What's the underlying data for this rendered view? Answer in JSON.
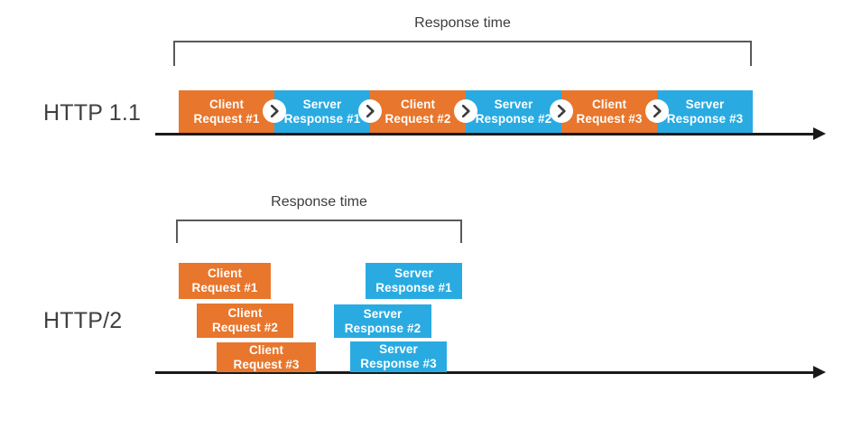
{
  "diagram": {
    "title": "HTTP 1.1 vs HTTP/2 request multiplexing timeline",
    "colors": {
      "client_block": "#E8762C",
      "server_block": "#29ABE2",
      "axis": "#1a1a1a",
      "bracket": "#58595b",
      "label_text": "#404040",
      "block_text": "#ffffff",
      "background": "#ffffff"
    },
    "rows": [
      {
        "id": "http11",
        "label": "HTTP 1.1",
        "bracket_label": "Response time",
        "sequence": [
          {
            "kind": "client",
            "line1": "Client",
            "line2": "Request #1"
          },
          {
            "kind": "server",
            "line1": "Server",
            "line2": "Response #1"
          },
          {
            "kind": "client",
            "line1": "Client",
            "line2": "Request #2"
          },
          {
            "kind": "server",
            "line1": "Server",
            "line2": "Response #2"
          },
          {
            "kind": "client",
            "line1": "Client",
            "line2": "Request #3"
          },
          {
            "kind": "server",
            "line1": "Server",
            "line2": "Response #3"
          }
        ],
        "separator_icon": "chevron-right-icon"
      },
      {
        "id": "http2",
        "label": "HTTP/2",
        "bracket_label": "Response time",
        "requests": [
          {
            "kind": "client",
            "line1": "Client",
            "line2": "Request #1"
          },
          {
            "kind": "client",
            "line1": "Client",
            "line2": "Request #2"
          },
          {
            "kind": "client",
            "line1": "Client",
            "line2": "Request #3"
          }
        ],
        "responses": [
          {
            "kind": "server",
            "line1": "Server",
            "line2": "Response #1"
          },
          {
            "kind": "server",
            "line1": "Server",
            "line2": "Response #2"
          },
          {
            "kind": "server",
            "line1": "Server",
            "line2": "Response #3"
          }
        ]
      }
    ],
    "axis_icon": "arrow-right-icon"
  }
}
